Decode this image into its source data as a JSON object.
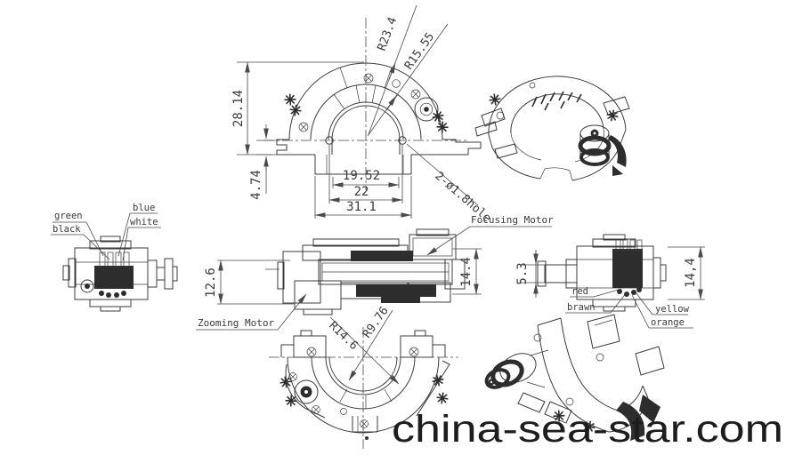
{
  "front_view": {
    "dim_height": "28.14",
    "dim_offset": "4.74",
    "dim_width_inner": "19.52",
    "dim_width_mid": "22",
    "dim_width_outer": "31.1",
    "radius_outer": "R23.4",
    "radius_inner": "R15.55",
    "hole_note": "2-ø1.8hole"
  },
  "side_view": {
    "focusing_motor_label": "Focusing Motor",
    "zooming_motor_label": "Zooming Motor",
    "dim_left_height": "12.6",
    "dim_right_height": "14.4"
  },
  "left_motor_view": {
    "wires": [
      "green",
      "black",
      "blue",
      "white"
    ]
  },
  "right_motor_view": {
    "wires": [
      "red",
      "brawn",
      "yellow",
      "orange"
    ],
    "dim_shaft": "5.3",
    "dim_height": "14,4"
  },
  "bottom_view": {
    "radius_mid": "R14.6",
    "radius_inner": "R9.76"
  },
  "watermark": {
    "text": "china-sea-star.com"
  },
  "colors": {
    "line": "#3c3c3c",
    "dim": "#4a4a4a",
    "dark": "#2d2d2d",
    "text": "#3a3a3a",
    "watermark": "#1d1d1d",
    "background": "#ffffff"
  }
}
